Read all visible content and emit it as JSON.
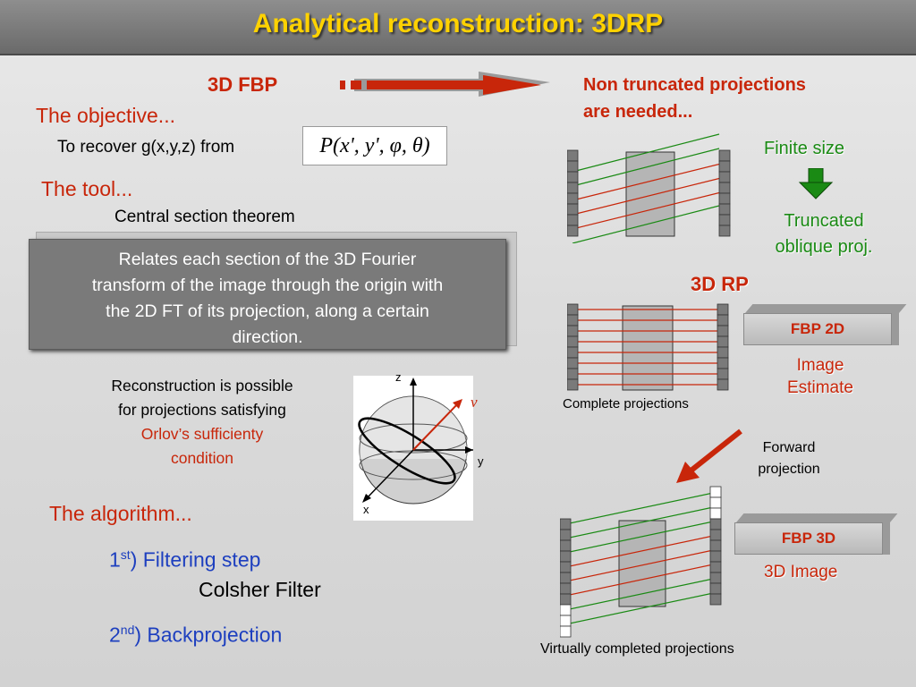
{
  "title": "Analytical reconstruction: 3DRP",
  "fbp": {
    "heading": "3D FBP",
    "objective_heading": "The objective...",
    "objective_text": "To recover g(x,y,z) from",
    "formula": "P(x', y', φ, θ)",
    "tool_heading": "The tool...",
    "tool_name": "Central section theorem",
    "tool_box": {
      "line1": "Relates each section of the 3D Fourier",
      "line2": "transform of the image through the origin with",
      "line3": "the 2D FT of its projection, along a certain",
      "line4": "direction."
    },
    "recon": {
      "line1": "Reconstruction is possible",
      "line2": "for projections satisfying",
      "line3": "Orlov’s sufficienty",
      "line4": "condition"
    },
    "sphere_axes": {
      "z": "z",
      "y": "y",
      "x": "x",
      "nu": "ν"
    },
    "algorithm_heading": "The algorithm...",
    "step1_prefix": "1",
    "step1_sup": "st",
    "step1_text": ") Filtering step",
    "step1_sub": "Colsher Filter",
    "step2_prefix": "2",
    "step2_sup": "nd",
    "step2_text": ") Backprojection"
  },
  "right": {
    "non_trunc_line1": "Non truncated projections",
    "non_trunc_line2": "are needed...",
    "finite_size": "Finite size",
    "truncated_line1": "Truncated",
    "truncated_line2": "oblique proj.",
    "rp_heading": "3D RP",
    "fbp2d": "FBP 2D",
    "image_estimate_line1": "Image",
    "image_estimate_line2": "Estimate",
    "complete_proj": "Complete projections",
    "forward_line1": "Forward",
    "forward_line2": "projection",
    "fbp3d": "FBP 3D",
    "image_3d": "3D Image",
    "virtual_proj": "Virtually completed projections"
  },
  "colors": {
    "title": "#ffd200",
    "red": "#c8260a",
    "green": "#1a8a14",
    "blue": "#1d3fbf"
  }
}
